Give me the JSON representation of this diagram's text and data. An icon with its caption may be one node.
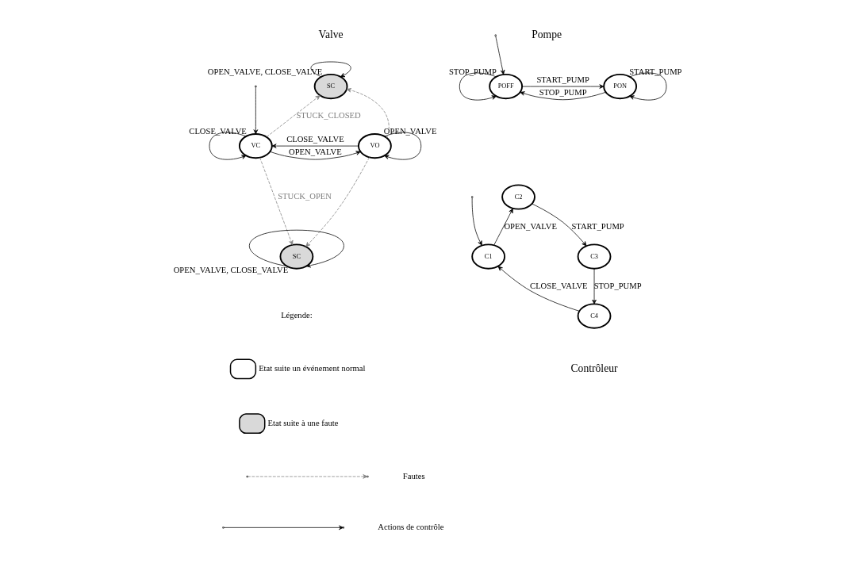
{
  "diagram": {
    "nodes": [
      {
        "text": [
          "VC"
        ]
      },
      {
        "text": [
          "VO"
        ]
      },
      {
        "text": [
          "SC"
        ]
      },
      {
        "text": [
          "SC"
        ]
      },
      {
        "text": [
          "POFF"
        ]
      },
      {
        "text": [
          "PON"
        ]
      },
      {
        "text": [
          "C1"
        ]
      },
      {
        "text": [
          "C2"
        ]
      },
      {
        "text": [
          "C3"
        ]
      },
      {
        "text": [
          "C4"
        ]
      }
    ],
    "edges": [
      {
        "from": null,
        "to": 0,
        "arrow": "to"
      },
      {
        "from": 0,
        "to": 1,
        "arrow": "to",
        "label": "OPEN_VALVE"
      },
      {
        "from": 1,
        "to": 0,
        "arrow": "to",
        "label": "CLOSE_VALVE"
      },
      {
        "from": 0,
        "to": 0,
        "arrow": "to",
        "label": "CLOSE_VALVE"
      },
      {
        "from": 1,
        "to": 1,
        "arrow": "to",
        "label": "OPEN_VALVE"
      },
      {
        "from": 0,
        "to": 2,
        "arrow": "to",
        "label": "STUCK_CLOSED",
        "style": "dashed",
        "color": "#808080"
      },
      {
        "from": 1,
        "to": 2,
        "arrow": "to",
        "style": "dashed",
        "color": "#808080"
      },
      {
        "from": 2,
        "to": 2,
        "arrow": "to",
        "label": "OPEN_VALVE, CLOSE_VALVE"
      },
      {
        "from": 0,
        "to": 3,
        "arrow": "to",
        "label": "STUCK_OPEN",
        "style": "dashed",
        "color": "#808080"
      },
      {
        "from": 1,
        "to": 3,
        "arrow": "to",
        "style": "dashed",
        "color": "#808080"
      },
      {
        "from": 3,
        "to": 3,
        "arrow": "to",
        "label": "OPEN_VALVE, CLOSE_VALVE"
      },
      {
        "from": null,
        "to": 4,
        "arrow": "to"
      },
      {
        "from": 4,
        "to": 5,
        "arrow": "to",
        "label": "START_PUMP"
      },
      {
        "from": 5,
        "to": 4,
        "arrow": "to",
        "label": "STOP_PUMP"
      },
      {
        "from": 4,
        "to": 4,
        "arrow": "to",
        "label": "STOP_PUMP"
      },
      {
        "from": 5,
        "to": 5,
        "arrow": "to",
        "label": "START_PUMP"
      },
      {
        "from": null,
        "to": 6,
        "arrow": "to"
      },
      {
        "from": 6,
        "to": 7,
        "arrow": "to",
        "label": "OPEN_VALVE"
      },
      {
        "from": 7,
        "to": 8,
        "arrow": "to",
        "label": "START_PUMP"
      },
      {
        "from": 8,
        "to": 9,
        "arrow": "to",
        "label": "STOP_PUMP"
      },
      {
        "from": 9,
        "to": 6,
        "arrow": "to",
        "label": "CLOSE_VALVE"
      }
    ],
    "labels": [
      "Valve",
      "Pompe",
      "Contrôleur",
      "Légende:"
    ],
    "legend": [
      {
        "text": "Etat suite un événement normal",
        "color": "#ffffff"
      },
      {
        "text": "Etat suite à une faute",
        "color": "#d9d9d9"
      },
      {
        "text": "Fautes"
      },
      {
        "text": "Actions de contrôle"
      }
    ]
  }
}
